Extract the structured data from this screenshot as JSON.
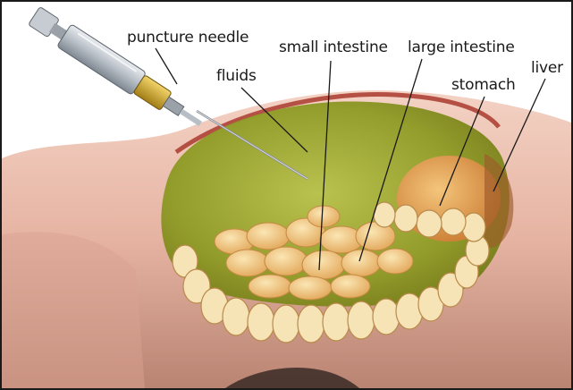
{
  "labels": {
    "puncture_needle": "puncture needle",
    "fluids": "fluids",
    "small_intestine": "small intestine",
    "large_intestine": "large intestine",
    "stomach": "stomach",
    "liver": "liver"
  },
  "colors": {
    "skin": "#e7b8a8",
    "fluid": "#9aa82a",
    "intestine": "#f2cf86",
    "stomach": "#e8a24a",
    "needle_hub": "#c9a227"
  }
}
